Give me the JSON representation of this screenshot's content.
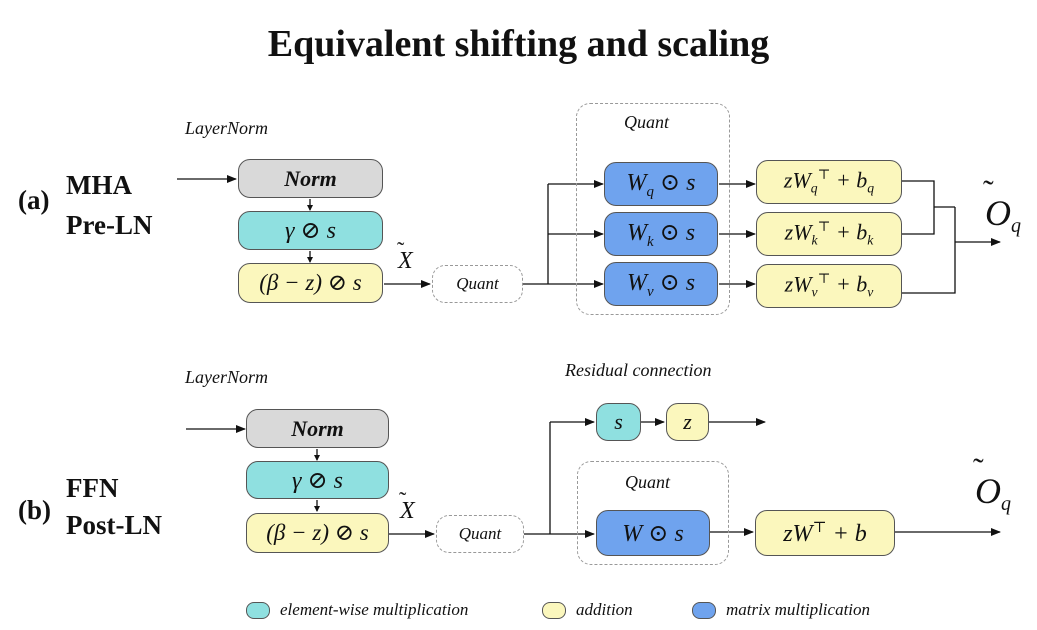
{
  "title": "Equivalent shifting and scaling",
  "section_a": {
    "tag": "(a)",
    "line1": "MHA",
    "line2": "Pre-LN",
    "layernorm_label": "LayerNorm",
    "quant_group_label": "Quant"
  },
  "section_b": {
    "tag": "(b)",
    "line1": "FFN",
    "line2": "Post-LN",
    "layernorm_label": "LayerNorm",
    "residual_label": "Residual connection",
    "quant_group_label": "Quant"
  },
  "legend": {
    "element_wise": "element-wise multiplication",
    "addition": "addition",
    "matrix": "matrix multiplication"
  },
  "colors": {
    "norm": "#d9d9d9",
    "element_wise": "#8fe0e0",
    "addition": "#fbf7bd",
    "matrix": "#6fa3ee"
  }
}
